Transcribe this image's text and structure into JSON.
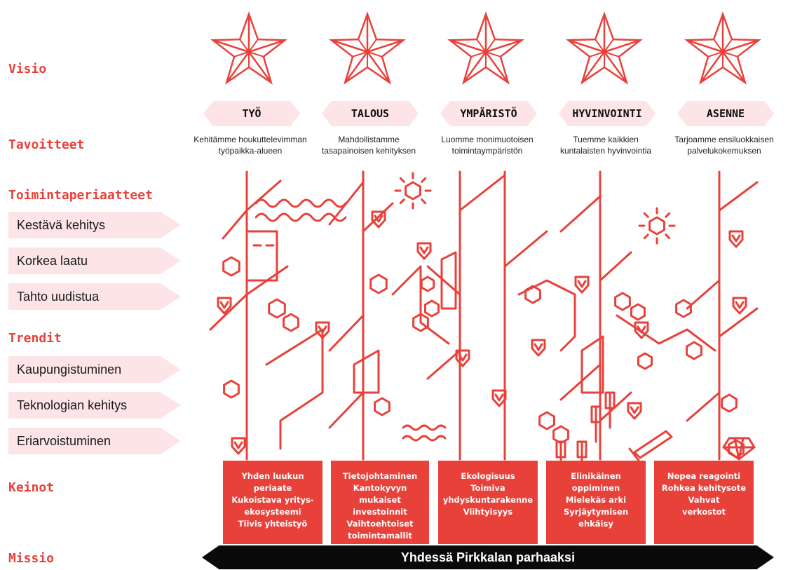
{
  "labels": {
    "visio": "Visio",
    "tavoitteet": "Tavoitteet",
    "toimintaperiaatteet": "Toimintaperiaatteet",
    "trendit": "Trendit",
    "keinot": "Keinot",
    "missio": "Missio"
  },
  "principles": [
    "Kestävä kehitys",
    "Korkea laatu",
    "Tahto uudistua"
  ],
  "trends": [
    "Kaupungistuminen",
    "Teknologian kehitys",
    "Eriarvoistuminen"
  ],
  "goals": [
    {
      "title": "TYÖ",
      "desc": [
        "Kehitämme houkuttelevimman",
        "työpaikka-alueen"
      ]
    },
    {
      "title": "TALOUS",
      "desc": [
        "Mahdollistamme",
        "tasapainoisen kehityksen"
      ]
    },
    {
      "title": "YMPÄRISTÖ",
      "desc": [
        "Luomme monimuotoisen",
        "toimintaympäristön"
      ]
    },
    {
      "title": "HYVINVOINTI",
      "desc": [
        "Tuemme kaikkien",
        "kuntalaisten hyvinvointia"
      ]
    },
    {
      "title": "ASENNE",
      "desc": [
        "Tarjoamme ensiluokkaisen",
        "palvelukokemuksen"
      ]
    }
  ],
  "means": [
    [
      "Yhden luukun",
      "periaate",
      "Kukoistava yritys-",
      "ekosysteemi",
      "Tiivis yhteistyö"
    ],
    [
      "Tietojohtaminen",
      "Kantokyvyn mukaiset",
      "investoinnit",
      "Vaihtoehtoiset",
      "toimintamallit"
    ],
    [
      "Ekologisuus",
      "Toimiva",
      "yhdyskuntarakenne",
      "Viihtyisyys"
    ],
    [
      "Elinikäinen",
      "oppiminen",
      "Mielekäs arki",
      "Syrjäytymisen",
      "ehkäisy"
    ],
    [
      "Nopea reagointi",
      "Rohkea kehitysote",
      "Vahvat",
      "verkostot"
    ]
  ],
  "mission": "Yhdessä Pirkkalan parhaaksi",
  "colors": {
    "accent": "#e8413a",
    "tag_bg": "#fde4e6",
    "mission_bg": "#0a0a0a"
  }
}
